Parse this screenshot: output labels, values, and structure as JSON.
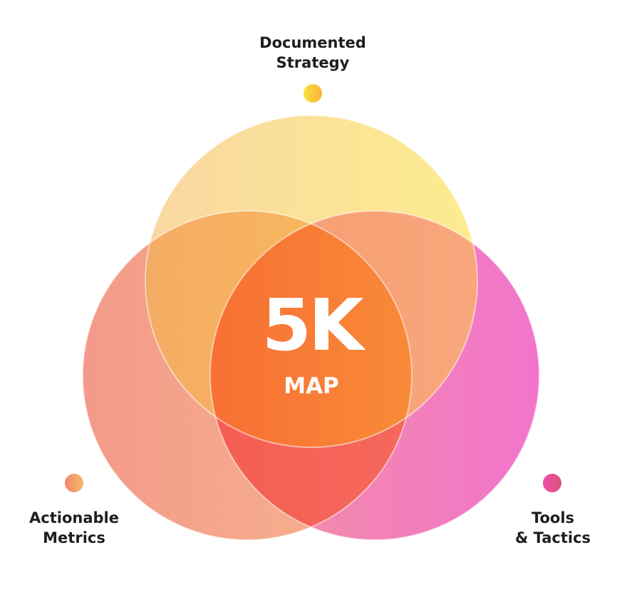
{
  "sets": [
    {
      "label_line1": "Documented",
      "label_line2": "Strategy",
      "color_from": "#f9d6a0",
      "color_to": "#fdec8e",
      "dot_from": "#f9e23a",
      "dot_to": "#f9b23a"
    },
    {
      "label_line1": "Actionable",
      "label_line2": "Metrics",
      "color_from": "#f3998a",
      "color_to": "#f7b58e",
      "dot_from": "#f3866a",
      "dot_to": "#f7b86a"
    },
    {
      "label_line1": "Tools",
      "label_line2": "& Tactics",
      "color_from": "#f39aa0",
      "color_to": "#f276cc",
      "dot_from": "#ee4ea8",
      "dot_to": "#d9547a"
    }
  ],
  "center": {
    "title": "5K",
    "subtitle": "MAP"
  }
}
